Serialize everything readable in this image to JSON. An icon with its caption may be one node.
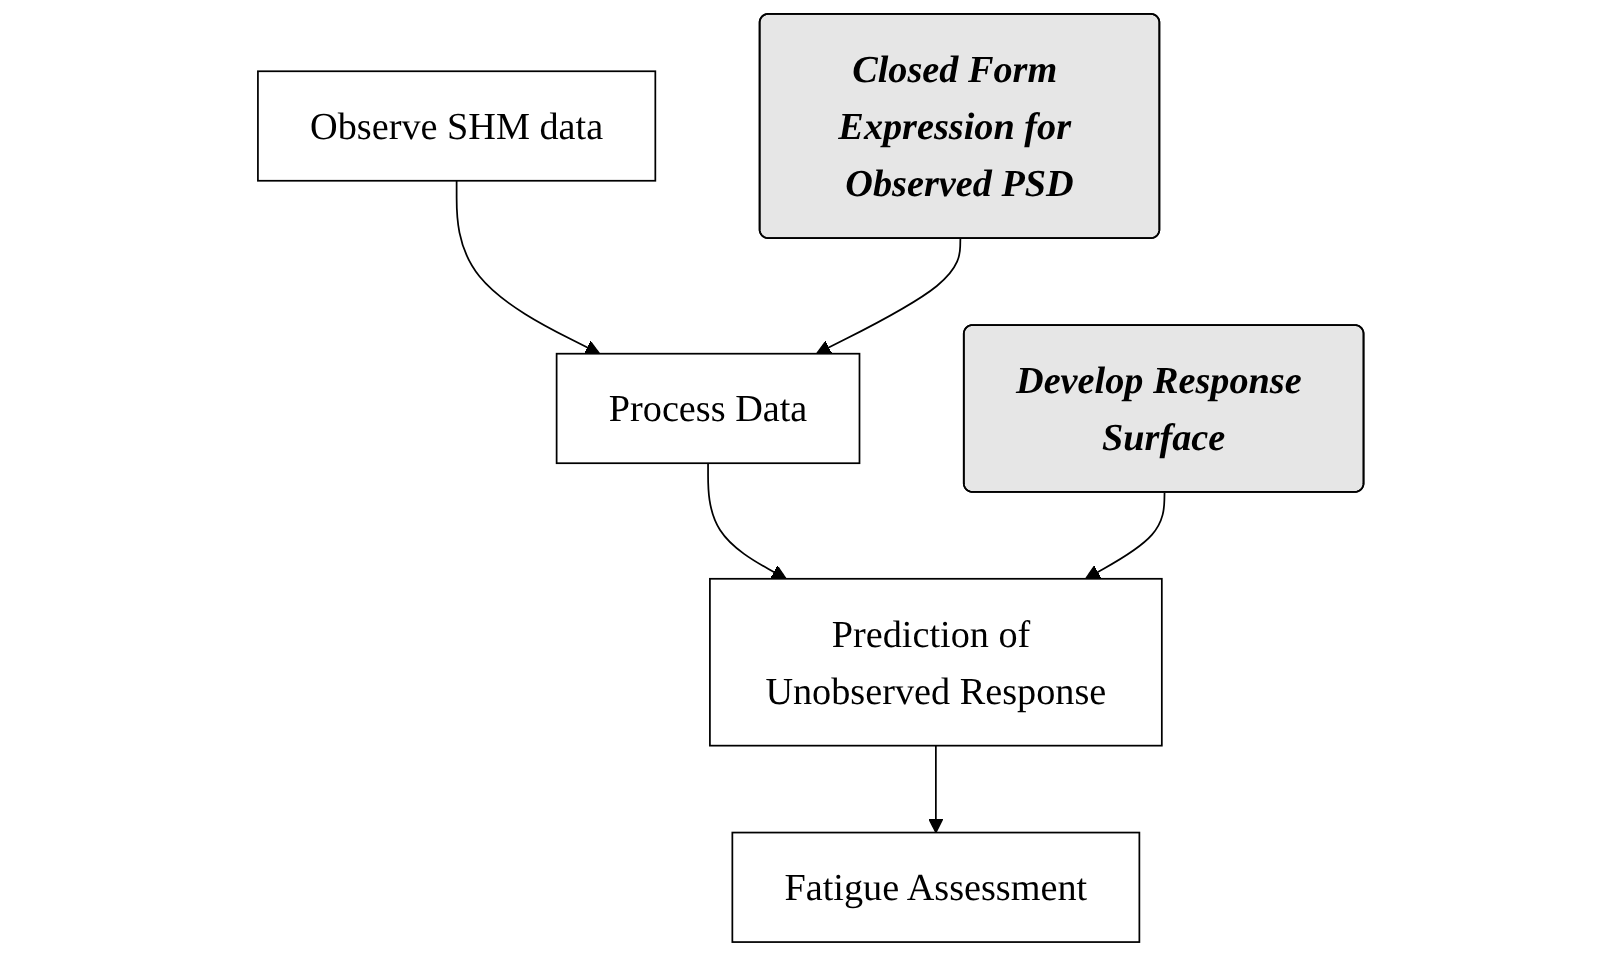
{
  "diagram": {
    "nodes": [
      {
        "text": [
          "Observe SHM data"
        ]
      },
      {
        "text": [
          "Process Data"
        ]
      },
      {
        "text": [
          "Prediction of Unobserved Response"
        ]
      },
      {
        "text": [
          "Fatigue Assessment"
        ]
      },
      {
        "text": [
          "Closed Form Expression for Observed PSD"
        ]
      },
      {
        "text": [
          "Develop Response Surface"
        ]
      }
    ],
    "edges": [
      {
        "from": 0,
        "to": 1,
        "arrow": "to"
      },
      {
        "from": 1,
        "to": 2,
        "arrow": "to"
      },
      {
        "from": 2,
        "to": 3,
        "arrow": "to"
      },
      {
        "from": 4,
        "to": 1,
        "arrow": "to"
      },
      {
        "from": 5,
        "to": 2,
        "arrow": "to"
      }
    ]
  }
}
